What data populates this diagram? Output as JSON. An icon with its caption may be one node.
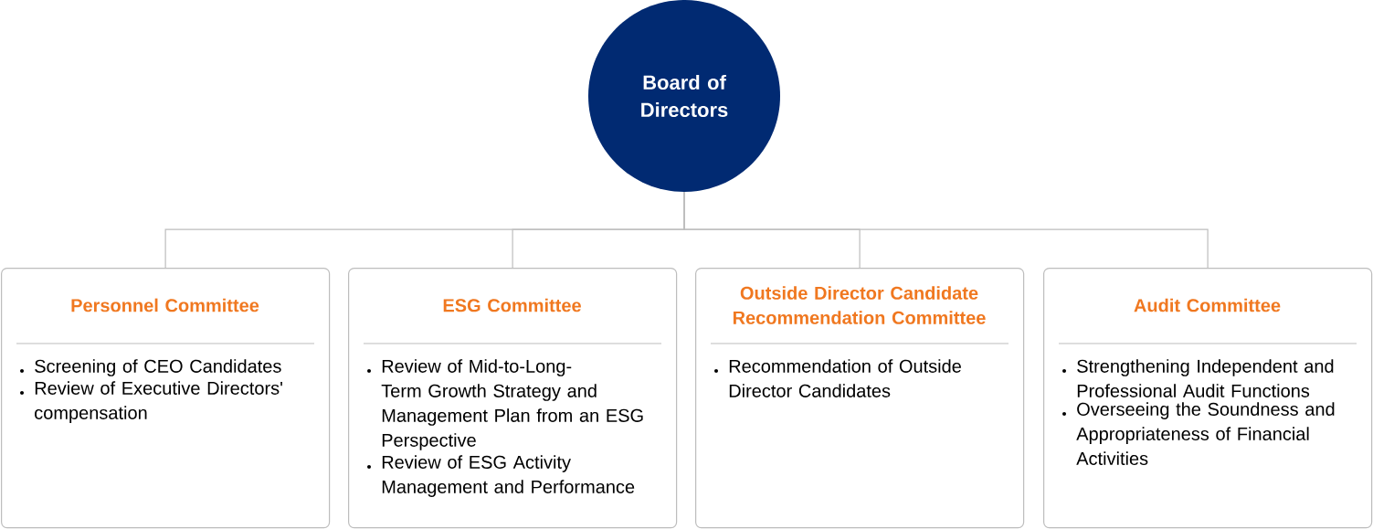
{
  "diagram": {
    "nodes": [
      {
        "text": [
          "Board of Directors"
        ]
      },
      {
        "text": [
          "Personnel Committee",
          "Screening of CEO Candidates",
          "Review of Executive Directors' compensation"
        ]
      },
      {
        "text": [
          "ESG Committee",
          "Review of Mid-to-Long-Term Growth Strategy and Management Plan from an ESG Perspective",
          "Review of ESG Activity Management and Performance"
        ]
      },
      {
        "text": [
          "Outside Director Candidate Recommendation Committee",
          "Recommendation of Outside Director Candidates"
        ]
      },
      {
        "text": [
          "Audit Committee",
          "Strengthening Independent and Professional Audit Functions",
          "Overseeing the Soundness and Appropriateness of Financial Activities"
        ]
      }
    ],
    "edges": [
      {
        "from": 0,
        "to": 1,
        "arrow": "none"
      },
      {
        "from": 0,
        "to": 2,
        "arrow": "none"
      },
      {
        "from": 0,
        "to": 3,
        "arrow": "none"
      },
      {
        "from": 0,
        "to": 4,
        "arrow": "none"
      }
    ]
  }
}
